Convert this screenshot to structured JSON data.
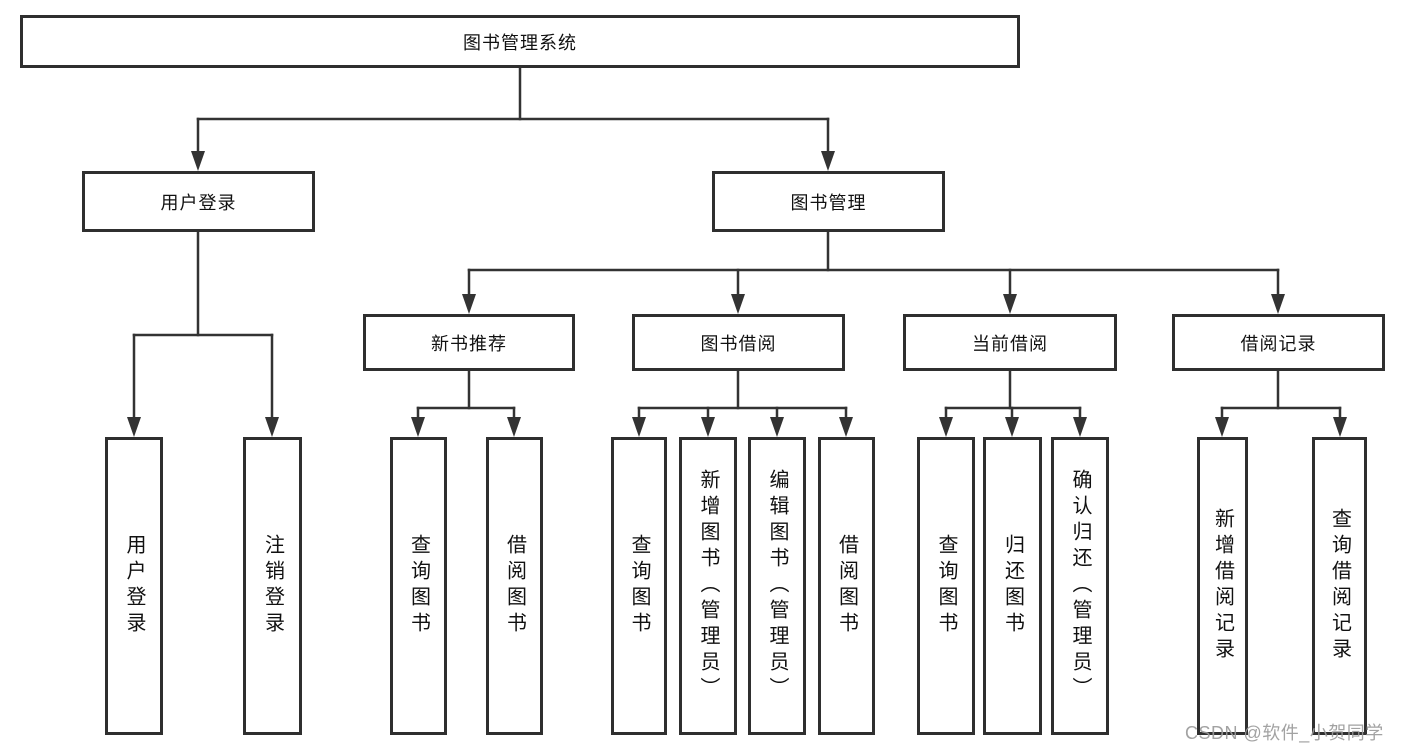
{
  "tree": {
    "label": "图书管理系统",
    "children": [
      {
        "label": "用户登录",
        "children": [
          {
            "label": "用户登录"
          },
          {
            "label": "注销登录"
          }
        ]
      },
      {
        "label": "图书管理",
        "children": [
          {
            "label": "新书推荐",
            "children": [
              {
                "label": "查询图书"
              },
              {
                "label": "借阅图书"
              }
            ]
          },
          {
            "label": "图书借阅",
            "children": [
              {
                "label": "查询图书"
              },
              {
                "label": "新增图书（管理员）"
              },
              {
                "label": "编辑图书（管理员）"
              },
              {
                "label": "借阅图书"
              }
            ]
          },
          {
            "label": "当前借阅",
            "children": [
              {
                "label": "查询图书"
              },
              {
                "label": "归还图书"
              },
              {
                "label": "确认归还（管理员）"
              }
            ]
          },
          {
            "label": "借阅记录",
            "children": [
              {
                "label": "新增借阅记录"
              },
              {
                "label": "查询借阅记录"
              }
            ]
          }
        ]
      }
    ]
  },
  "watermark": "CSDN @软件_小贺同学",
  "colors": {
    "line": "#333333",
    "border": "#2f2f2f",
    "text": "#111111",
    "watermark": "#9b9b9b",
    "background": "#ffffff"
  }
}
